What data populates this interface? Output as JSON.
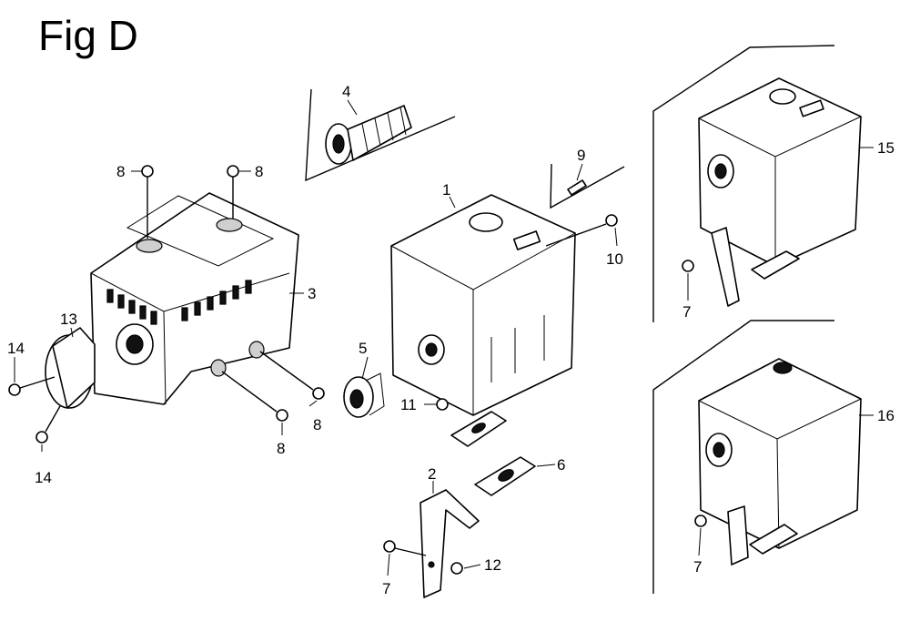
{
  "figure": {
    "title": "Fig D"
  },
  "callouts": [
    {
      "id": "c1",
      "part": "1"
    },
    {
      "id": "c2",
      "part": "2"
    },
    {
      "id": "c3",
      "part": "3"
    },
    {
      "id": "c4",
      "part": "4"
    },
    {
      "id": "c5",
      "part": "5"
    },
    {
      "id": "c6",
      "part": "6"
    },
    {
      "id": "c7a",
      "part": "7"
    },
    {
      "id": "c7b",
      "part": "7"
    },
    {
      "id": "c7c",
      "part": "7"
    },
    {
      "id": "c8a",
      "part": "8"
    },
    {
      "id": "c8b",
      "part": "8"
    },
    {
      "id": "c8c",
      "part": "8"
    },
    {
      "id": "c8d",
      "part": "8"
    },
    {
      "id": "c9",
      "part": "9"
    },
    {
      "id": "c10",
      "part": "10"
    },
    {
      "id": "c11",
      "part": "11"
    },
    {
      "id": "c12",
      "part": "12"
    },
    {
      "id": "c13",
      "part": "13"
    },
    {
      "id": "c14a",
      "part": "14"
    },
    {
      "id": "c14b",
      "part": "14"
    },
    {
      "id": "c15",
      "part": "15"
    },
    {
      "id": "c16",
      "part": "16"
    }
  ]
}
